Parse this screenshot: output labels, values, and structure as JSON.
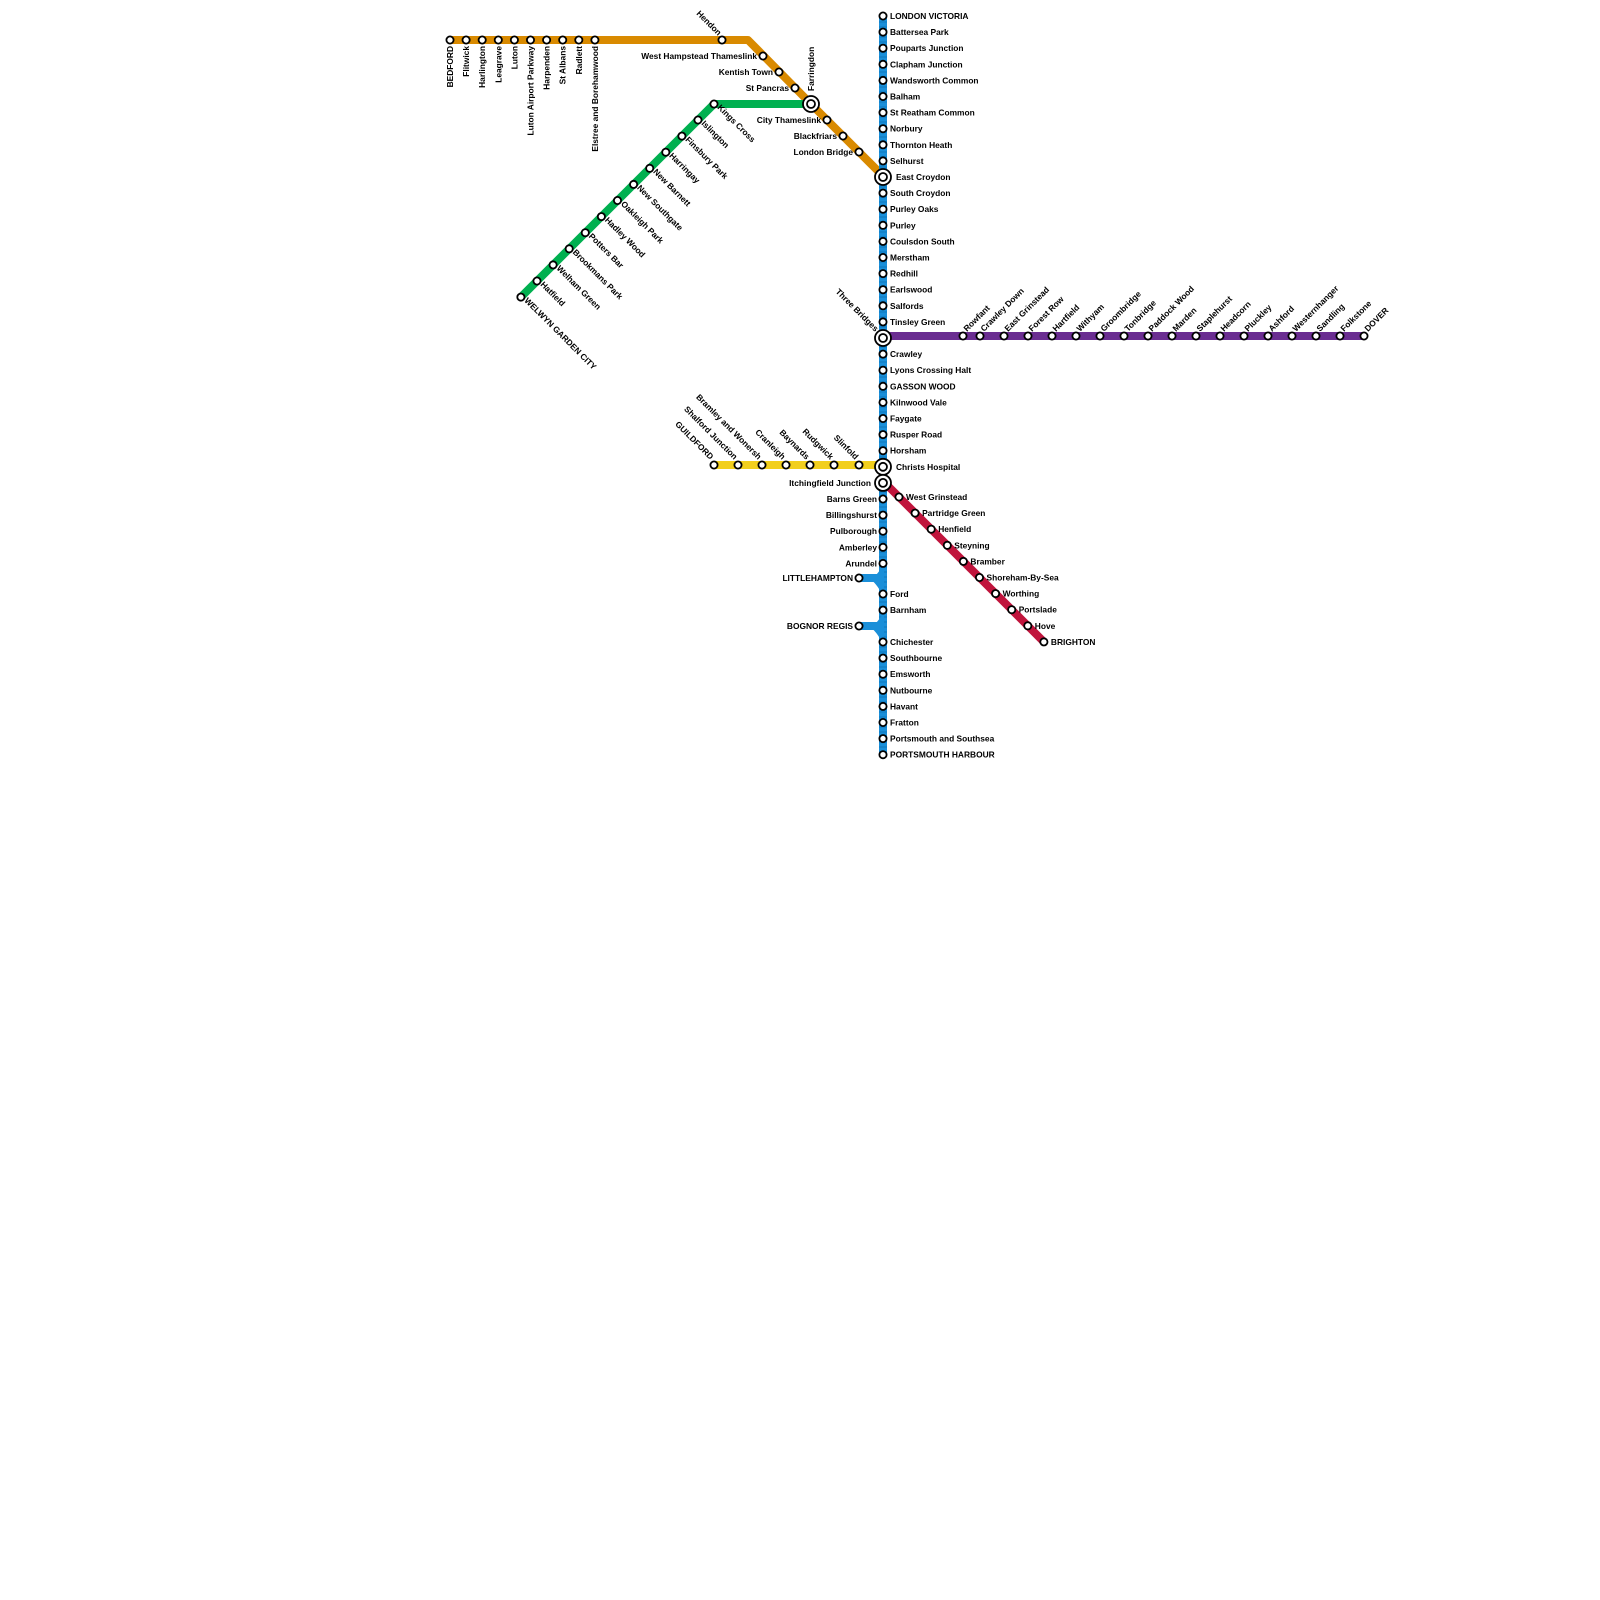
{
  "lines": [
    {
      "id": "thameslink",
      "color": "#d98a00",
      "stations": [
        "BEDFORD",
        "Flitwick",
        "Harlington",
        "Leagrave",
        "Luton",
        "Luton Airport Parkway",
        "Harpenden",
        "St Albans",
        "Radlett",
        "Elstree and Borehamwood",
        "Hendon",
        "West Hampstead Thameslink",
        "Kentish Town",
        "St Pancras",
        "Farringdon",
        "City Thameslink",
        "Blackfriars",
        "London Bridge",
        "East Croydon"
      ]
    },
    {
      "id": "great-northern",
      "color": "#00b050",
      "stations": [
        "Farringdon",
        "Kings Cross",
        "Islington",
        "Finsbury Park",
        "Harringay",
        "New Barnett",
        "New Southgate",
        "Oakleigh Park",
        "Hadley Wood",
        "Potters Bar",
        "Brookmans Park",
        "Welham Green",
        "Hatfield",
        "WELWYN GARDEN CITY"
      ]
    },
    {
      "id": "mainline",
      "color": "#1a8fd9",
      "stations": [
        "LONDON VICTORIA",
        "Battersea Park",
        "Pouparts Junction",
        "Clapham Junction",
        "Wandsworth Common",
        "Balham",
        "St Reatham Common",
        "Norbury",
        "Thornton Heath",
        "Selhurst",
        "East Croydon",
        "South Croydon",
        "Purley Oaks",
        "Purley",
        "Coulsdon South",
        "Merstham",
        "Redhill",
        "Earlswood",
        "Salfords",
        "Tinsley Green",
        "Three Bridges",
        "Crawley",
        "Lyons Crossing Halt",
        "GASSON WOOD",
        "Kilnwood Vale",
        "Faygate",
        "Rusper Road",
        "Horsham",
        "Christs Hospital",
        "Itchingfield Junction",
        "Barns Green",
        "Billingshurst",
        "Pulborough",
        "Amberley",
        "Arundel",
        "Ford",
        "Barnham",
        "Chichester",
        "Southbourne",
        "Emsworth",
        "Nutbourne",
        "Havant",
        "Fratton",
        "Portsmouth and Southsea",
        "PORTSMOUTH HARBOUR"
      ],
      "branches": [
        "LITTLEHAMPTON",
        "BOGNOR REGIS"
      ]
    },
    {
      "id": "kent",
      "color": "#6a2d91",
      "stations": [
        "Three Bridges",
        "Rowfant",
        "Crawley Down",
        "East Grinstead",
        "Forest Row",
        "Hartfield",
        "Withyam",
        "Groombridge",
        "Tonbridge",
        "Paddock Wood",
        "Marden",
        "Staplehurst",
        "Headcorn",
        "Pluckley",
        "Ashford",
        "Westernhanger",
        "Sandling",
        "Folkstone",
        "DOVER"
      ]
    },
    {
      "id": "guildford",
      "color": "#f2cf1d",
      "stations": [
        "GUILDFORD",
        "Shalford Junction",
        "Bramley and Wonersh",
        "Cranleigh",
        "Baynards",
        "Rudgwick",
        "Slinfold",
        "Christs Hospital"
      ]
    },
    {
      "id": "brighton",
      "color": "#c0143c",
      "stations": [
        "Itchingfield Junction",
        "West Grinstead",
        "Partridge Green",
        "Henfield",
        "Steyning",
        "Bramber",
        "Shoreham-By-Sea",
        "Worthing",
        "Portslade",
        "Hove",
        "BRIGHTON"
      ]
    }
  ],
  "interchanges": [
    "Farringdon",
    "East Croydon",
    "Three Bridges",
    "Christs Hospital",
    "Itchingfield Junction"
  ]
}
